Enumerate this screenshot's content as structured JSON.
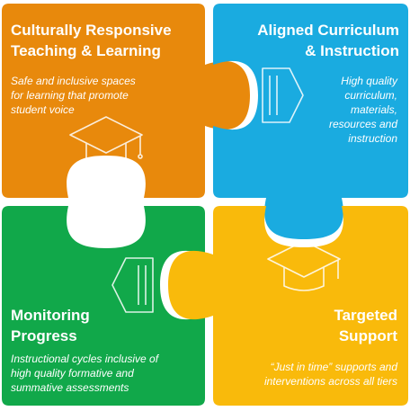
{
  "colors": {
    "orange": "#E8890C",
    "blue": "#1AABE0",
    "green": "#11A84A",
    "yellow": "#F9BA0B",
    "white": "#FFFFFF"
  },
  "pieces": {
    "top_left": {
      "title_line1": "Culturally Responsive",
      "title_line2": "Teaching & Learning",
      "desc_line1": "Safe and inclusive spaces",
      "desc_line2": "for learning that promote",
      "desc_line3": "student voice",
      "icon": "graduation-cap-icon"
    },
    "top_right": {
      "title_line1": "Aligned Curriculum",
      "title_line2": "& Instruction",
      "desc_line1": "High quality",
      "desc_line2": "curriculum,",
      "desc_line3": "materials,",
      "desc_line4": "resources and",
      "desc_line5": "instruction",
      "icon": "graduation-cap-icon"
    },
    "bottom_left": {
      "title_line1": "Monitoring",
      "title_line2": "Progress",
      "desc_line1": "Instructional cycles inclusive of",
      "desc_line2": "high quality formative and",
      "desc_line3": "summative assessments",
      "icon": "graduation-cap-icon"
    },
    "bottom_right": {
      "title_line1": "Targeted",
      "title_line2": "Support",
      "desc_line1": "“Just in time” supports and",
      "desc_line2": "interventions across all tiers",
      "icon": "graduation-cap-icon"
    }
  }
}
